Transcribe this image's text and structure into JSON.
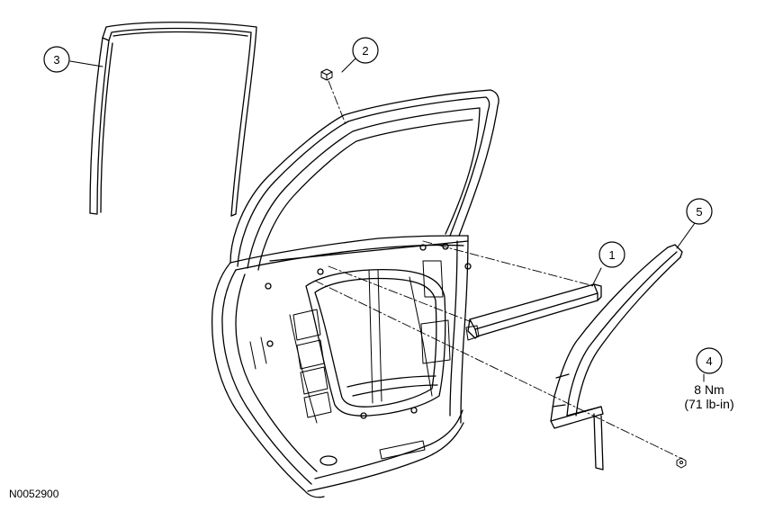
{
  "callouts": {
    "c1": "1",
    "c2": "2",
    "c3": "3",
    "c4": "4",
    "c5": "5"
  },
  "torque": {
    "nm": "8 Nm",
    "lbin": "(71 lb-in)"
  },
  "figure_id": "N0052900"
}
